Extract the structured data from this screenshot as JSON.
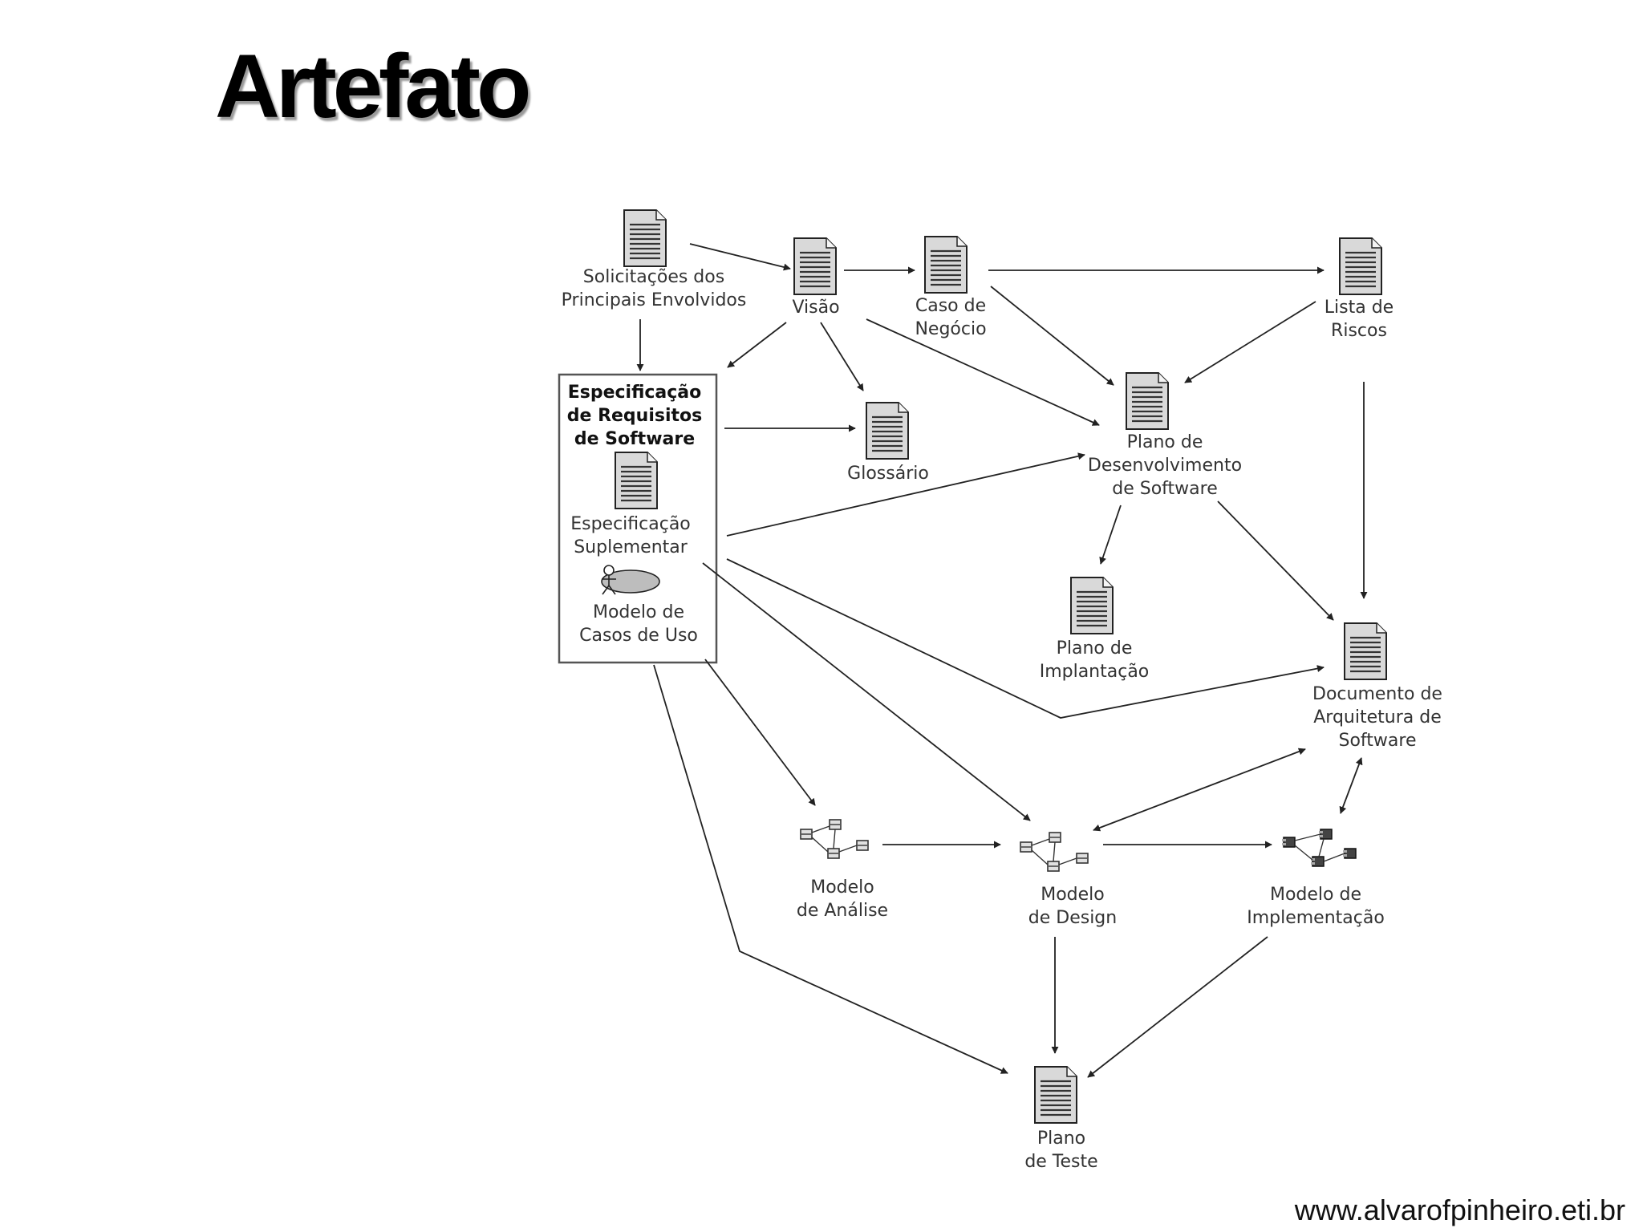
{
  "title": "Artefato",
  "footer_url": "www.alvarofpinheiro.eti.br",
  "icons": {
    "document": "document-icon",
    "actor_usecase": "use-case-icon",
    "model": "class-model-icon",
    "component": "component-model-icon"
  },
  "nodes": {
    "solicitacoes": [
      "Solicitações dos",
      "Principais Envolvidos"
    ],
    "visao": [
      "Visão"
    ],
    "caso_negocio": [
      "Caso de",
      "Negócio"
    ],
    "lista_riscos": [
      "Lista de",
      "Riscos"
    ],
    "ers_title": [
      "Especificação",
      "de Requisitos",
      "de Software"
    ],
    "glossario": [
      "Glossário"
    ],
    "plano_desenv": [
      "Plano de",
      "Desenvolvimento",
      "de Software"
    ],
    "espec_suplementar": [
      "Especificação",
      "Suplementar"
    ],
    "modelo_casos_uso": [
      "Modelo de",
      "Casos de Uso"
    ],
    "plano_implantacao": [
      "Plano de",
      "Implantação"
    ],
    "doc_arquitetura": [
      "Documento de",
      "Arquitetura de",
      "Software"
    ],
    "modelo_analise": [
      "Modelo",
      "de Análise"
    ],
    "modelo_design": [
      "Modelo",
      "de Design"
    ],
    "modelo_implementacao": [
      "Modelo de",
      "Implementação"
    ],
    "plano_teste": [
      "Plano",
      "de Teste"
    ]
  }
}
